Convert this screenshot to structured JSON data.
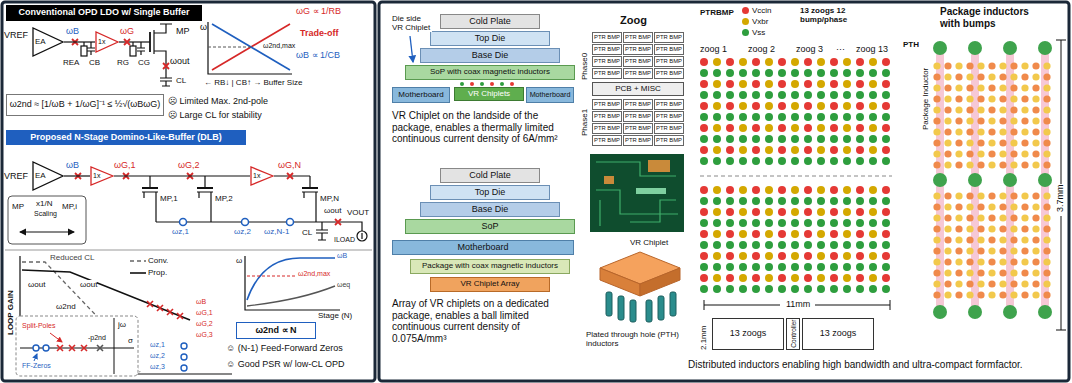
{
  "diagram": {
    "nodes": [
      {
        "text": [
          "Conventional OPD LDO w/ Single Buffer"
        ]
      },
      {
        "text": [
          "EA"
        ]
      },
      {
        "text": [
          "1x"
        ]
      },
      {
        "text": [
          "ω2nd ≈ [1/ωB + 1/ωG]⁻¹ ≤ ½√(ωBωG)"
        ]
      },
      {
        "text": [
          "Proposed N-Stage Domino-Like-Buffer (DLB)"
        ]
      },
      {
        "text": [
          "EA"
        ]
      },
      {
        "text": [
          "1x"
        ]
      },
      {
        "text": [
          "1x"
        ]
      },
      {
        "text": [
          "ω2nd ∝ N"
        ]
      },
      {
        "text": [
          "Cold Plate"
        ]
      },
      {
        "text": [
          "Top Die"
        ]
      },
      {
        "text": [
          "Base Die"
        ]
      },
      {
        "text": [
          "SoP with coax magnetic inductors"
        ]
      },
      {
        "text": [
          "VR Chiplets"
        ]
      },
      {
        "text": [
          "Motherboard"
        ]
      },
      {
        "text": [
          "Motherboard"
        ]
      },
      {
        "text": [
          "Cold Plate"
        ]
      },
      {
        "text": [
          "Top Die"
        ]
      },
      {
        "text": [
          "Base Die"
        ]
      },
      {
        "text": [
          "SoP"
        ]
      },
      {
        "text": [
          "Motherboard"
        ]
      },
      {
        "text": [
          "Package with coax magnetic inductors"
        ]
      },
      {
        "text": [
          "VR Chiplet Array"
        ]
      },
      {
        "text": [
          "PTR BMP"
        ]
      },
      {
        "text": [
          "PTR BMP"
        ]
      },
      {
        "text": [
          "PTR BMP"
        ]
      },
      {
        "text": [
          "PTR BMP"
        ]
      },
      {
        "text": [
          "PTR BMP"
        ]
      },
      {
        "text": [
          "PTR BMP"
        ]
      },
      {
        "text": [
          "PTR BMP"
        ]
      },
      {
        "text": [
          "PTR BMP"
        ]
      },
      {
        "text": [
          "PTR BMP"
        ]
      },
      {
        "text": [
          "PTR BMP"
        ]
      },
      {
        "text": [
          "PTR BMP"
        ]
      },
      {
        "text": [
          "PTR BMP"
        ]
      },
      {
        "text": [
          "PCB + MISC"
        ]
      },
      {
        "text": [
          "PTR BMP"
        ]
      },
      {
        "text": [
          "PTR BMP"
        ]
      },
      {
        "text": [
          "PTR BMP"
        ]
      },
      {
        "text": [
          "PTR BMP"
        ]
      },
      {
        "text": [
          "PTR BMP"
        ]
      },
      {
        "text": [
          "PTR BMP"
        ]
      },
      {
        "text": [
          "PTR BMP"
        ]
      },
      {
        "text": [
          "PTR BMP"
        ]
      },
      {
        "text": [
          "PTR BMP"
        ]
      },
      {
        "text": [
          "PTR BMP"
        ]
      },
      {
        "text": [
          "PTR BMP"
        ]
      },
      {
        "text": [
          "PTR BMP"
        ]
      },
      {
        "text": [
          "13 zoogs"
        ]
      },
      {
        "text": [
          "Controller"
        ]
      },
      {
        "text": [
          "13 zoogs"
        ]
      }
    ],
    "edges": [
      {
        "from": 1,
        "to": 2,
        "arrow": "none"
      },
      {
        "from": 5,
        "to": 6,
        "arrow": "none"
      },
      {
        "from": 6,
        "to": 7,
        "arrow": "none"
      }
    ],
    "labels": [
      "VREF",
      "ωB",
      "ωG",
      "REA",
      "CB",
      "RG",
      "CG",
      "MP",
      "ωout",
      "CL",
      "ω",
      "ωG ∝ 1/RB",
      "Trade-off",
      "ωB ∝ 1/CB",
      "ω2nd,max",
      "← RB↓ | CB↑ → Buffer Size",
      "☹ Limited Max. 2nd-pole",
      "☹ Large CL for stability",
      "VREF",
      "ωB",
      "ωG,1",
      "ωG,2",
      "ωG,N",
      "MP,1",
      "MP,2",
      "MP,N",
      "ωz,1",
      "ωz,2",
      "ωz,N-1",
      "ωout",
      "VOUT",
      "CL",
      "ILOAD",
      "MP",
      "x1/N",
      "Scaling",
      "MP,i",
      "LOOP GAIN",
      "Reduced CL",
      "ωout",
      "ωout",
      "ω2nd",
      "ωB",
      "ωG,1",
      "ωG,2",
      "ωG,3",
      "ωz,1",
      "ωz,2",
      "ωz,3",
      "jω",
      "σ",
      "Split-Poles",
      "FF-Zeros",
      "-p2nd",
      "ω",
      "ωB",
      "ωeq",
      "ω2nd,max",
      "Stage (N)",
      "☺ (N-1) Feed-Forward Zeros",
      "☺ Good PSR w/ low-CL OPD",
      "Die side VR Chiplet",
      "VR Chiplet on the landside of the package, enables a thermally limited continuous current density of 6A/mm²",
      "Array of VR chiplets on a dedicated package, enables a ball limited continuous current density of 0.075A/mm³",
      "Zoog",
      "Phase0",
      "Phase1",
      "VR Chiplet",
      "Plated through hole (PTH) inductors",
      "PTRBMP",
      "13 zoogs 12 bump/phase",
      "Package inductors with bumps",
      "zoog 1",
      "zoog 2",
      "zoog 3",
      "···",
      "zoog 13",
      "PTH",
      "Package Inductor",
      "11mm",
      "2.1mm",
      "3.7mm",
      "Distributed inductors enabling high bandwidth and ultra-compact formfactor."
    ],
    "legend": [
      {
        "text": "Conv."
      },
      {
        "text": "Prop."
      },
      {
        "text": "Vccin",
        "color": "#e53935"
      },
      {
        "text": "Vxbr",
        "color": "#d4a800"
      },
      {
        "text": "Vss",
        "color": "#2e9e3e"
      }
    ]
  }
}
